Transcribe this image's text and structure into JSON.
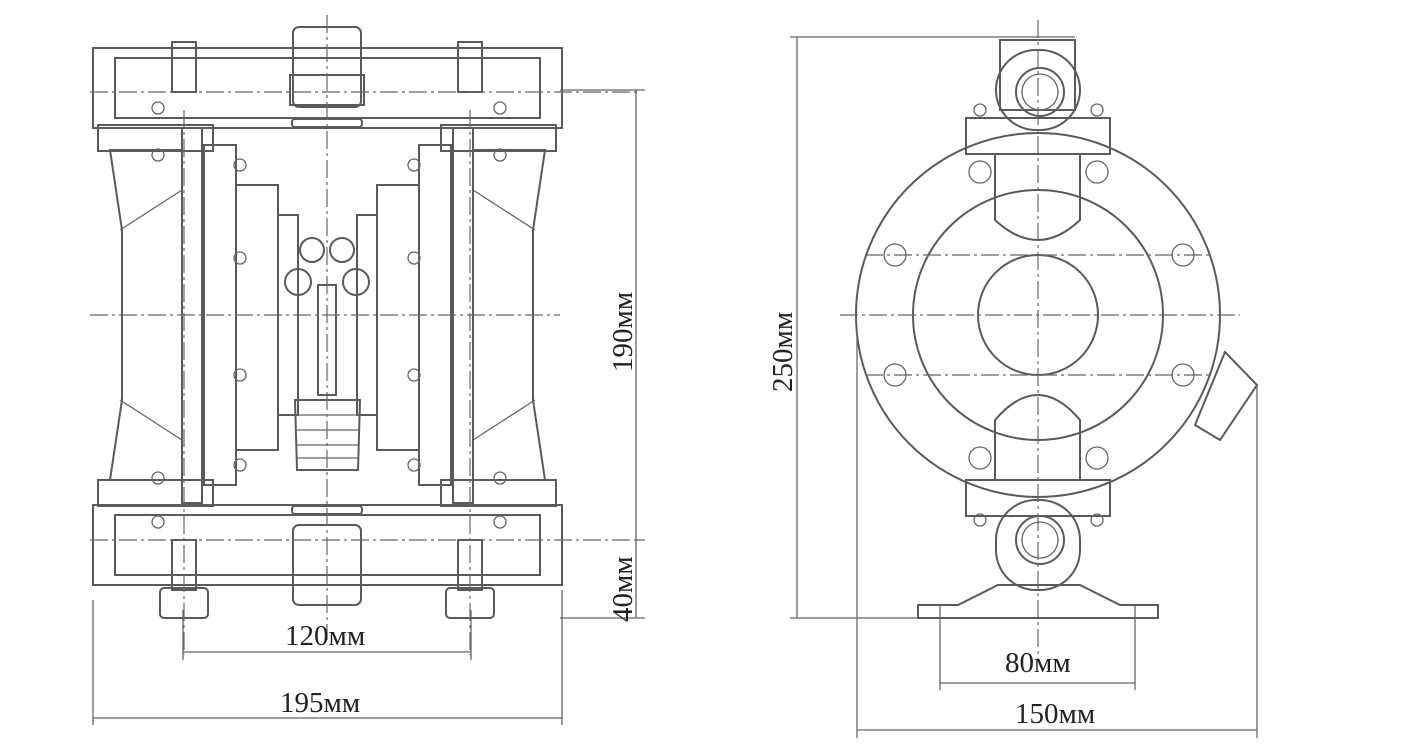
{
  "title": "Diaphragm pump dimensional drawing",
  "front_view": {
    "height_label": "190мм",
    "base_height_label": "40мм",
    "mount_width_label": "120мм",
    "overall_width_label": "195мм"
  },
  "side_view": {
    "overall_height_label": "250мм",
    "mount_width_label": "80мм",
    "overall_width_label": "150мм"
  },
  "colors": {
    "line": "#5a5a5a",
    "text": "#222222"
  }
}
